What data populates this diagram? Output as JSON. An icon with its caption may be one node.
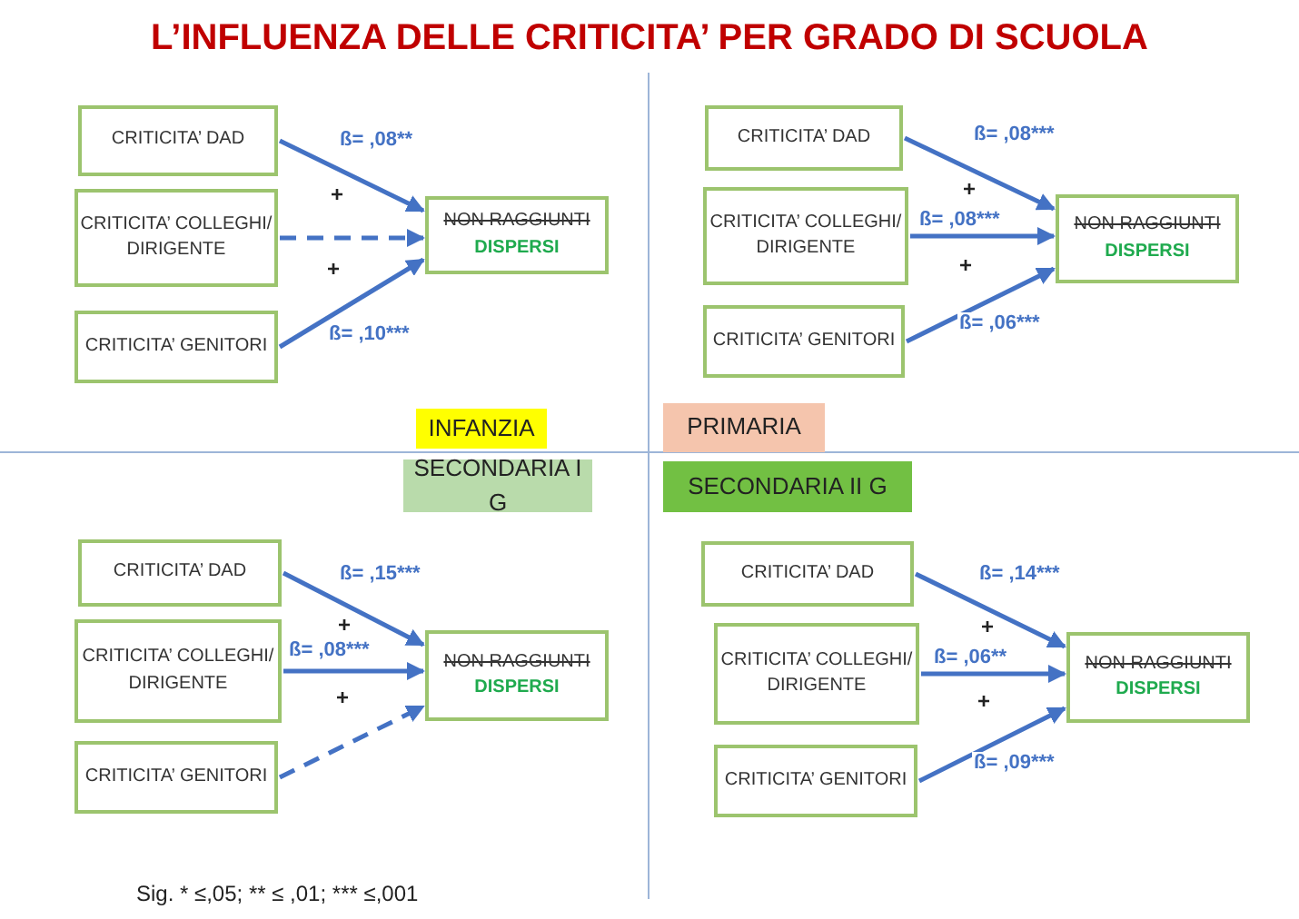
{
  "diagram": {
    "title": "L’INFLUENZA DELLE CRITICITA’ PER GRADO DI SCUOLA",
    "nodes": [
      {
        "text": [
          "CRITICITA’ DAD"
        ]
      },
      {
        "text": [
          "CRITICITA’ COLLEGHI/ DIRIGENTE"
        ]
      },
      {
        "text": [
          "CRITICITA’ GENITORI"
        ]
      },
      {
        "text": [
          "NON RAGGIUNTI",
          "DISPERSI"
        ]
      },
      {
        "text": [
          "CRITICITA’ DAD"
        ]
      },
      {
        "text": [
          "CRITICITA’ COLLEGHI/ DIRIGENTE"
        ]
      },
      {
        "text": [
          "CRITICITA’ GENITORI"
        ]
      },
      {
        "text": [
          "NON RAGGIUNTI",
          "DISPERSI"
        ]
      },
      {
        "text": [
          "INFANZIA"
        ]
      },
      {
        "text": [
          "PRIMARIA"
        ]
      },
      {
        "text": [
          "SECONDARIA I G"
        ]
      },
      {
        "text": [
          "SECONDARIA II G"
        ]
      },
      {
        "text": [
          "CRITICITA’ DAD"
        ]
      },
      {
        "text": [
          "CRITICITA’ COLLEGHI/ DIRIGENTE"
        ]
      },
      {
        "text": [
          "CRITICITA’ GENITORI"
        ]
      },
      {
        "text": [
          "NON RAGGIUNTI",
          "DISPERSI"
        ]
      },
      {
        "text": [
          "CRITICITA’ DAD"
        ]
      },
      {
        "text": [
          "CRITICITA’ COLLEGHI/ DIRIGENTE"
        ]
      },
      {
        "text": [
          "CRITICITA’ GENITORI"
        ]
      },
      {
        "text": [
          "NON RAGGIUNTI",
          "DISPERSI"
        ]
      }
    ],
    "edges": [
      {
        "from": 0,
        "to": 3,
        "arrow": "to",
        "label": "ß= ,08**"
      },
      {
        "from": 1,
        "to": 3,
        "arrow": "to",
        "style": "dashed"
      },
      {
        "from": 2,
        "to": 3,
        "arrow": "to",
        "label": "ß= ,10***"
      },
      {
        "from": 4,
        "to": 7,
        "arrow": "to",
        "label": "ß= ,08***"
      },
      {
        "from": 5,
        "to": 7,
        "arrow": "to",
        "label": "ß= ,08***"
      },
      {
        "from": 6,
        "to": 7,
        "arrow": "to",
        "label": "ß= ,06***"
      },
      {
        "from": 12,
        "to": 15,
        "arrow": "to",
        "label": "ß= ,15***"
      },
      {
        "from": 13,
        "to": 15,
        "arrow": "to",
        "label": "ß= ,08***"
      },
      {
        "from": 14,
        "to": 15,
        "arrow": "to",
        "style": "dashed"
      },
      {
        "from": 16,
        "to": 19,
        "arrow": "to",
        "label": "ß= ,14***"
      },
      {
        "from": 17,
        "to": 19,
        "arrow": "to",
        "label": "ß= ,06**"
      },
      {
        "from": 18,
        "to": 19,
        "arrow": "to",
        "label": "ß= ,09***"
      }
    ],
    "labels": [
      "+",
      "+",
      "+",
      "+",
      "+",
      "+",
      "+",
      "+",
      "Sig. * ≤,05; ** ≤ ,01; *** ≤,001"
    ]
  }
}
